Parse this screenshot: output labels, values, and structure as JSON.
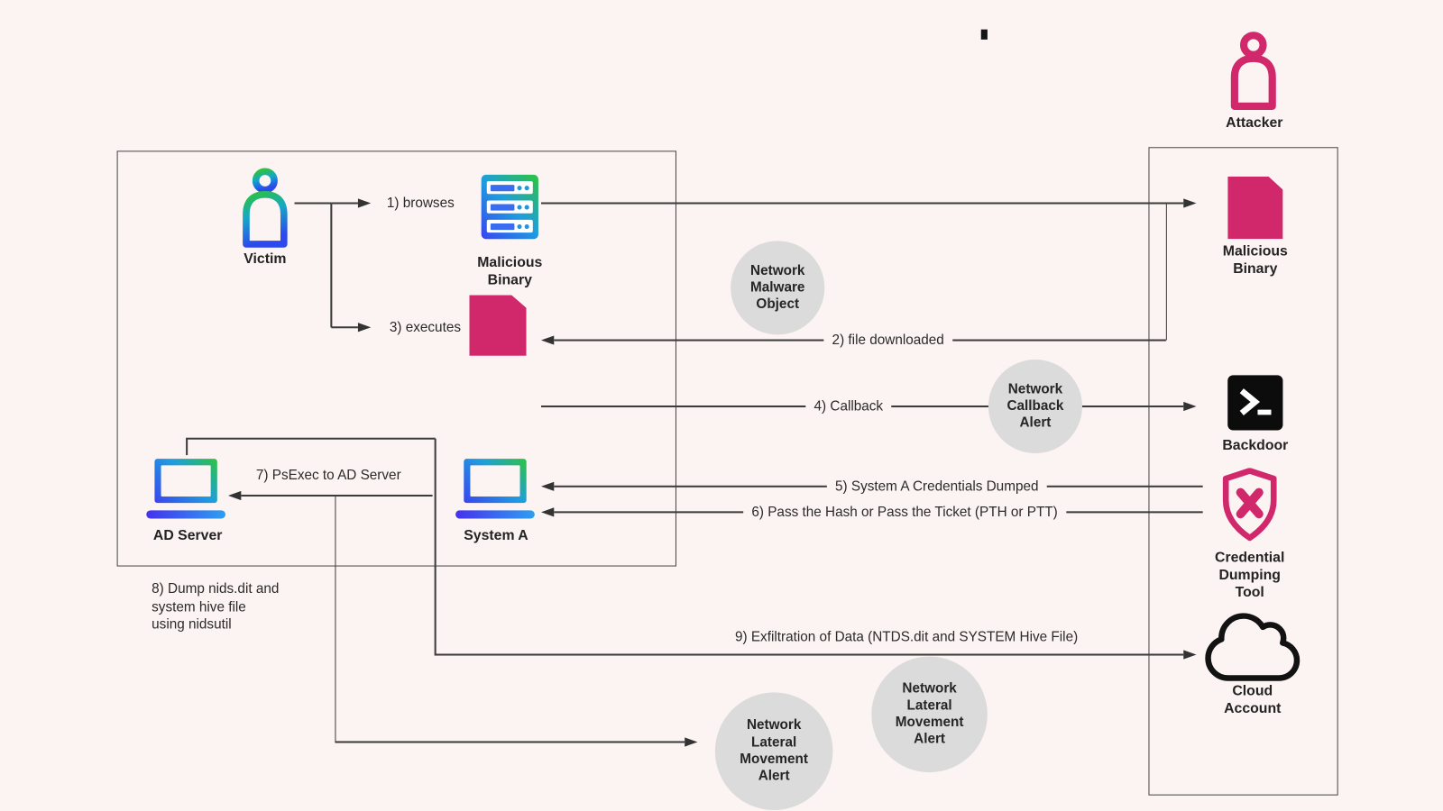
{
  "colors": {
    "background": "#fcf4f2",
    "accent_pink": "#d1286b",
    "gradient_green": "#2ec43e",
    "gradient_blue": "#3b43ee",
    "line": "#3c3c3c",
    "alert_fill": "#dbdbdb",
    "backdoor_black": "#0c0c0c"
  },
  "nodes": {
    "attacker": "Attacker",
    "victim": "Victim",
    "malicious_binary_server": "Malicious Binary",
    "malicious_binary_file": "Malicious Binary",
    "backdoor": "Backdoor",
    "credential_dumping_tool": "Credential Dumping Tool",
    "cloud_account": "Cloud Account",
    "ad_server": "AD Server",
    "system_a": "System A"
  },
  "alerts": {
    "network_malware_object": "Network Malware Object",
    "network_callback_alert": "Network Callback Alert",
    "network_lateral_movement_alert_1": "Network Lateral Movement Alert",
    "network_lateral_movement_alert_2": "Network Lateral Movement Alert"
  },
  "steps": {
    "step1": "1) browses",
    "step2": "2) file downloaded",
    "step3": "3) executes",
    "step4": "4) Callback",
    "step5": "5) System A Credentials Dumped",
    "step6": "6) Pass the Hash or Pass the Ticket (PTH or PTT)",
    "step7": "7) PsExec to AD Server",
    "step8": "8) Dump nids.dit and\nsystem hive file\nusing nidsutil",
    "step9": "9) Exfiltration of Data (NTDS.dit and SYSTEM Hive File)"
  }
}
